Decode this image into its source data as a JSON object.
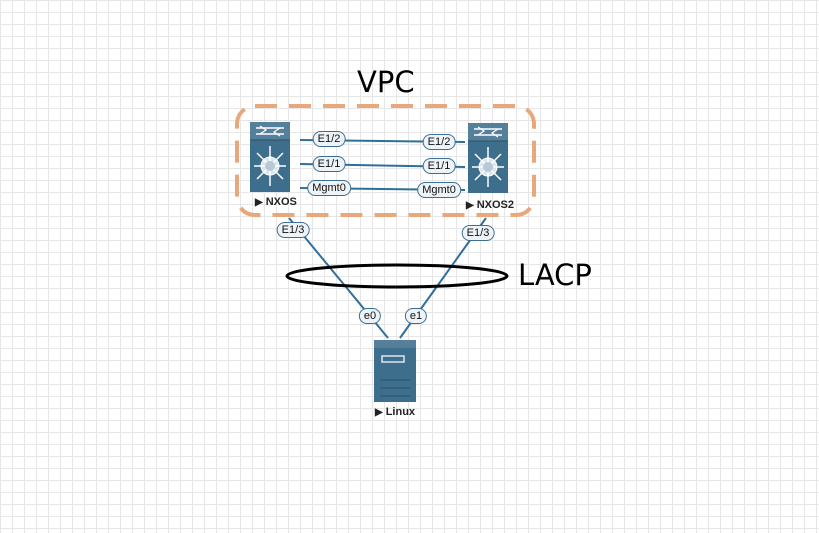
{
  "group": {
    "label": "VPC",
    "border_color": "#e8a87c"
  },
  "bundle": {
    "label": "LACP"
  },
  "nodes": {
    "nxos1": {
      "label": "NXOS",
      "icon": "switch-icon"
    },
    "nxos2": {
      "label": "NXOS2",
      "icon": "switch-icon"
    },
    "linux": {
      "label": "Linux",
      "icon": "server-icon"
    }
  },
  "links": [
    {
      "a_port": "E1/2",
      "b_port": "E1/2"
    },
    {
      "a_port": "E1/1",
      "b_port": "E1/1"
    },
    {
      "a_port": "Mgmt0",
      "b_port": "Mgmt0"
    },
    {
      "a_port": "E1/3",
      "b_port": "e0"
    },
    {
      "a_port": "E1/3",
      "b_port": "e1"
    }
  ],
  "colors": {
    "link": "#2f6f9a",
    "device": "#3d6e8c"
  }
}
